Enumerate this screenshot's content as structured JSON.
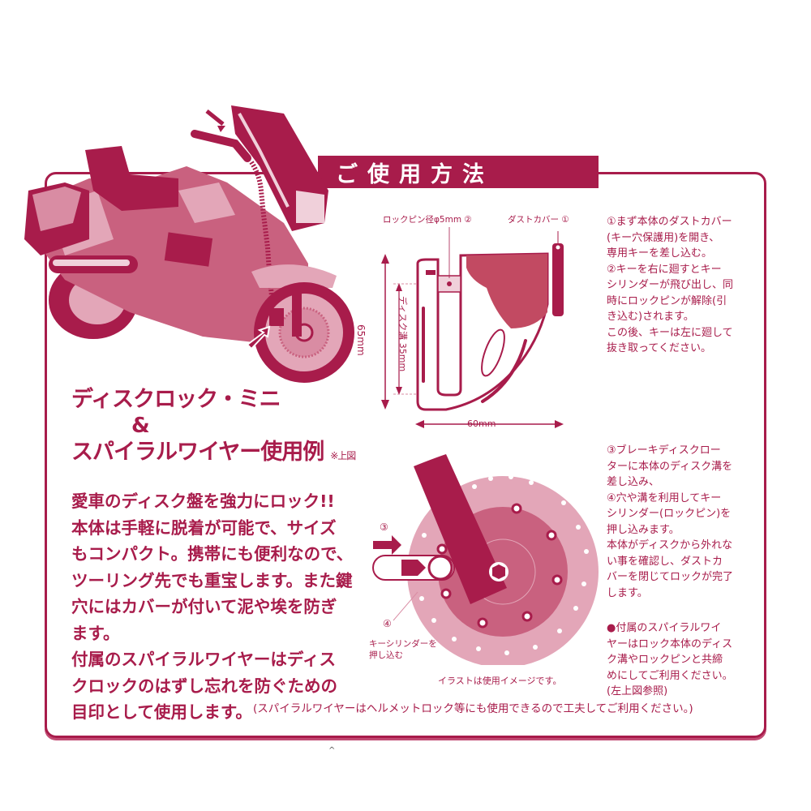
{
  "section_title": "ご使用方法",
  "colors": {
    "primary": "#a81c4b",
    "light": "#e3a6b8",
    "mid": "#c9617f",
    "white": "#ffffff"
  },
  "heading": {
    "line1": "ディスクロック・ミニ",
    "line2": "&",
    "line3": "スパイラルワイヤー使用例",
    "note": "※上図"
  },
  "body": {
    "lines": [
      "愛車のディスク盤を強力にロック!!",
      "本体は手軽に脱着が可能で、サイズ",
      "もコンパクト。携帯にも便利なので、",
      "ツーリング先でも重宝します。また鍵",
      "穴にはカバーが付いて泥や埃を防ぎ",
      "ます。",
      "付属のスパイラルワイヤーはディス",
      "クロックのはずし忘れを防ぐための",
      "目印として使用します。"
    ],
    "tail": "(スパイラルワイヤーはヘルメットロック等にも使用できるので工夫してご利用ください。)"
  },
  "diagram1": {
    "lock_pin_label": "ロックピン径φ5mm ②",
    "dust_cover_label": "ダストカバー ①",
    "height_label": "65mm",
    "groove_label": "ディスク溝 35mm",
    "width_label": "60mm"
  },
  "diagram2": {
    "step3_marker": "③",
    "step4_marker": "④",
    "step4_label_1": "キーシリンダーを",
    "step4_label_2": "押し込む",
    "caption": "イラストは使用イメージです。"
  },
  "steps_a": [
    "①まず本体のダストカバー",
    "(キー穴保護用)を開き、",
    "専用キーを差し込む。",
    "②キーを右に廻すとキー",
    "シリンダーが飛び出し、同",
    "時にロックピンが解除(引",
    "き込む)されます。",
    "この後、キーは左に廻して",
    "抜き取ってください。"
  ],
  "steps_b": [
    "③ブレーキディスクロー",
    "ターに本体のディスク溝を",
    "差し込み、",
    "④穴や溝を利用してキー",
    "シリンダー(ロックピン)を",
    "押し込みます。",
    "本体がディスクから外れな",
    "い事を確認し、ダストカ",
    "バーを閉じてロックが完了",
    "します。"
  ],
  "steps_c": [
    "●付属のスパイラルワイ",
    "ヤーはロック本体のディス",
    "ク溝やロックピンと共締",
    "めにしてご利用ください。",
    "(左上図参照)"
  ],
  "footer_mark": "^"
}
